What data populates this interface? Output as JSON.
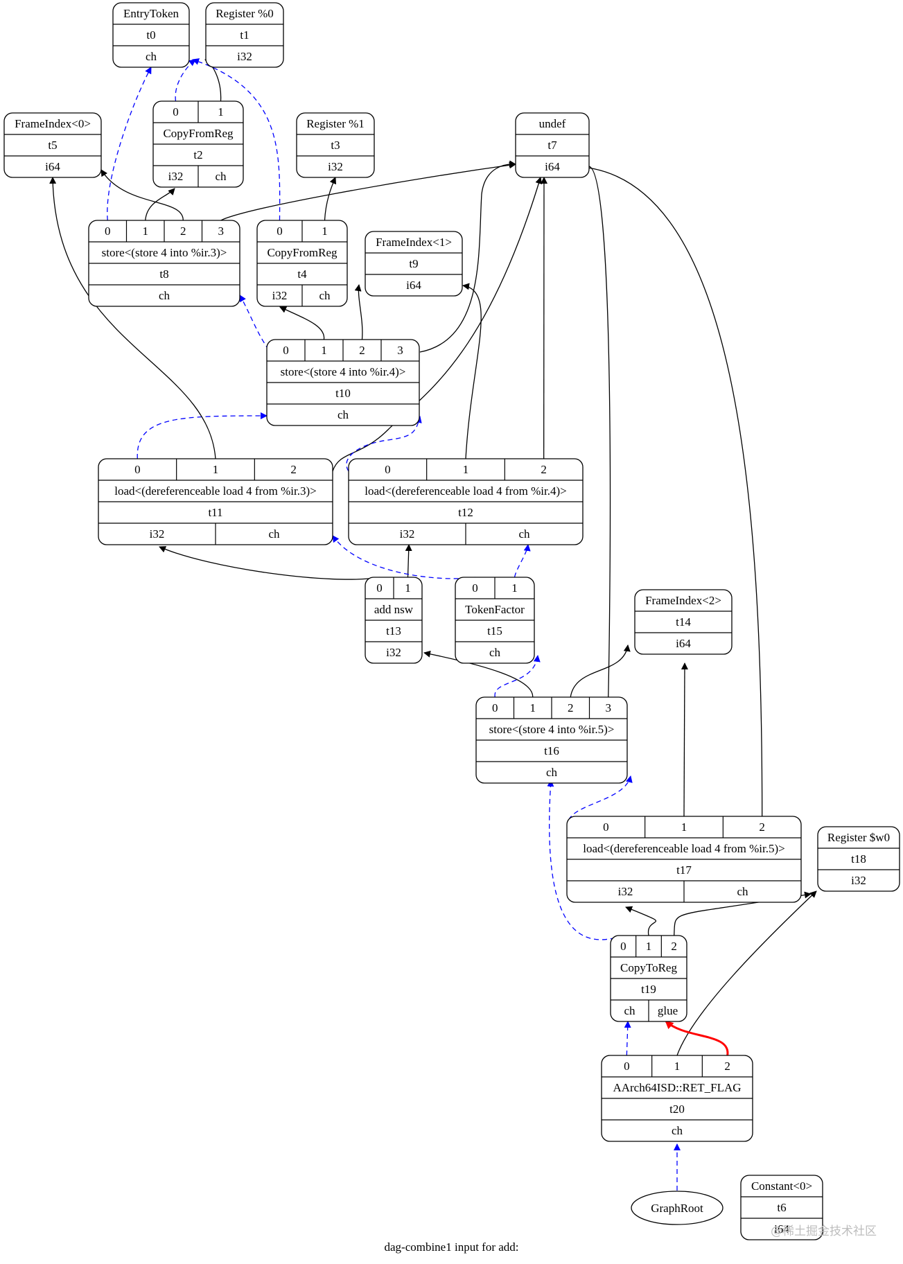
{
  "caption": "dag-combine1 input for add:",
  "watermark": "@稀土掘金技术社区",
  "colors": {
    "data": "#000000",
    "chain": "#0000ff",
    "glue": "#ff0000"
  },
  "nodes": [
    {
      "id": "entry",
      "ports": [],
      "op": "EntryToken",
      "name": "t0",
      "types": [
        "ch"
      ]
    },
    {
      "id": "reg0",
      "ports": [],
      "op": "Register %0",
      "name": "t1",
      "types": [
        "i32"
      ]
    },
    {
      "id": "cfr2",
      "ports": [
        "0",
        "1"
      ],
      "op": "CopyFromReg",
      "name": "t2",
      "types": [
        "i32",
        "ch"
      ]
    },
    {
      "id": "fi0",
      "ports": [],
      "op": "FrameIndex<0>",
      "name": "t5",
      "types": [
        "i64"
      ]
    },
    {
      "id": "reg1",
      "ports": [],
      "op": "Register %1",
      "name": "t3",
      "types": [
        "i32"
      ]
    },
    {
      "id": "undef",
      "ports": [],
      "op": "undef",
      "name": "t7",
      "types": [
        "i64"
      ]
    },
    {
      "id": "st8",
      "ports": [
        "0",
        "1",
        "2",
        "3"
      ],
      "op": "store<(store 4 into %ir.3)>",
      "name": "t8",
      "types": [
        "ch"
      ]
    },
    {
      "id": "cfr4",
      "ports": [
        "0",
        "1"
      ],
      "op": "CopyFromReg",
      "name": "t4",
      "types": [
        "i32",
        "ch"
      ]
    },
    {
      "id": "fi1",
      "ports": [],
      "op": "FrameIndex<1>",
      "name": "t9",
      "types": [
        "i64"
      ]
    },
    {
      "id": "st10",
      "ports": [
        "0",
        "1",
        "2",
        "3"
      ],
      "op": "store<(store 4 into %ir.4)>",
      "name": "t10",
      "types": [
        "ch"
      ]
    },
    {
      "id": "ld11",
      "ports": [
        "0",
        "1",
        "2"
      ],
      "op": "load<(dereferenceable load 4 from %ir.3)>",
      "name": "t11",
      "types": [
        "i32",
        "ch"
      ]
    },
    {
      "id": "ld12",
      "ports": [
        "0",
        "1",
        "2"
      ],
      "op": "load<(dereferenceable load 4 from %ir.4)>",
      "name": "t12",
      "types": [
        "i32",
        "ch"
      ]
    },
    {
      "id": "add13",
      "ports": [
        "0",
        "1"
      ],
      "op": "add nsw",
      "name": "t13",
      "types": [
        "i32"
      ]
    },
    {
      "id": "tf15",
      "ports": [
        "0",
        "1"
      ],
      "op": "TokenFactor",
      "name": "t15",
      "types": [
        "ch"
      ]
    },
    {
      "id": "fi2",
      "ports": [],
      "op": "FrameIndex<2>",
      "name": "t14",
      "types": [
        "i64"
      ]
    },
    {
      "id": "st16",
      "ports": [
        "0",
        "1",
        "2",
        "3"
      ],
      "op": "store<(store 4 into %ir.5)>",
      "name": "t16",
      "types": [
        "ch"
      ]
    },
    {
      "id": "ld17",
      "ports": [
        "0",
        "1",
        "2"
      ],
      "op": "load<(dereferenceable load 4 from %ir.5)>",
      "name": "t17",
      "types": [
        "i32",
        "ch"
      ]
    },
    {
      "id": "regw0",
      "ports": [],
      "op": "Register $w0",
      "name": "t18",
      "types": [
        "i32"
      ]
    },
    {
      "id": "ctr19",
      "ports": [
        "0",
        "1",
        "2"
      ],
      "op": "CopyToReg",
      "name": "t19",
      "types": [
        "ch",
        "glue"
      ]
    },
    {
      "id": "ret20",
      "ports": [
        "0",
        "1",
        "2"
      ],
      "op": "AArch64ISD::RET_FLAG",
      "name": "t20",
      "types": [
        "ch"
      ]
    },
    {
      "id": "const0",
      "ports": [],
      "op": "Constant<0>",
      "name": "t6",
      "types": [
        "i64"
      ]
    }
  ],
  "root": {
    "label": "GraphRoot"
  }
}
